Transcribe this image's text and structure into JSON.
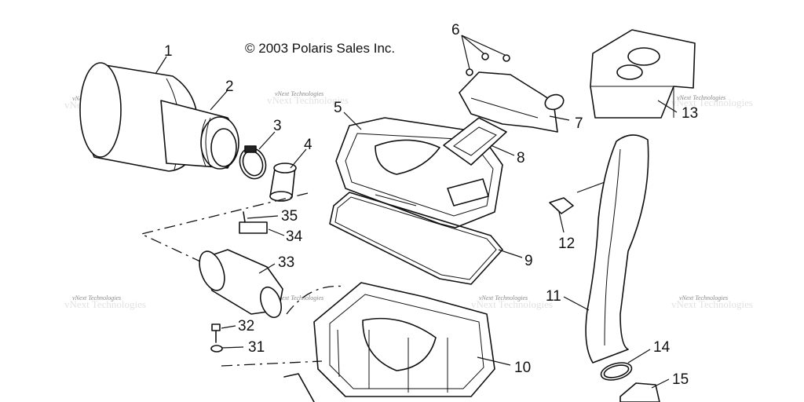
{
  "copyright": "© 2003 Polaris Sales Inc.",
  "watermark": "vNext Technologies",
  "callouts": [
    {
      "id": "1",
      "label": "1"
    },
    {
      "id": "2",
      "label": "2"
    },
    {
      "id": "3",
      "label": "3"
    },
    {
      "id": "4",
      "label": "4"
    },
    {
      "id": "5",
      "label": "5"
    },
    {
      "id": "6",
      "label": "6"
    },
    {
      "id": "7",
      "label": "7"
    },
    {
      "id": "8",
      "label": "8"
    },
    {
      "id": "9",
      "label": "9"
    },
    {
      "id": "10",
      "label": "10"
    },
    {
      "id": "11",
      "label": "11"
    },
    {
      "id": "12",
      "label": "12"
    },
    {
      "id": "13",
      "label": "13"
    },
    {
      "id": "14",
      "label": "14"
    },
    {
      "id": "15",
      "label": "15"
    },
    {
      "id": "31",
      "label": "31"
    },
    {
      "id": "32",
      "label": "32"
    },
    {
      "id": "33",
      "label": "33"
    },
    {
      "id": "34",
      "label": "34"
    },
    {
      "id": "35",
      "label": "35"
    }
  ]
}
